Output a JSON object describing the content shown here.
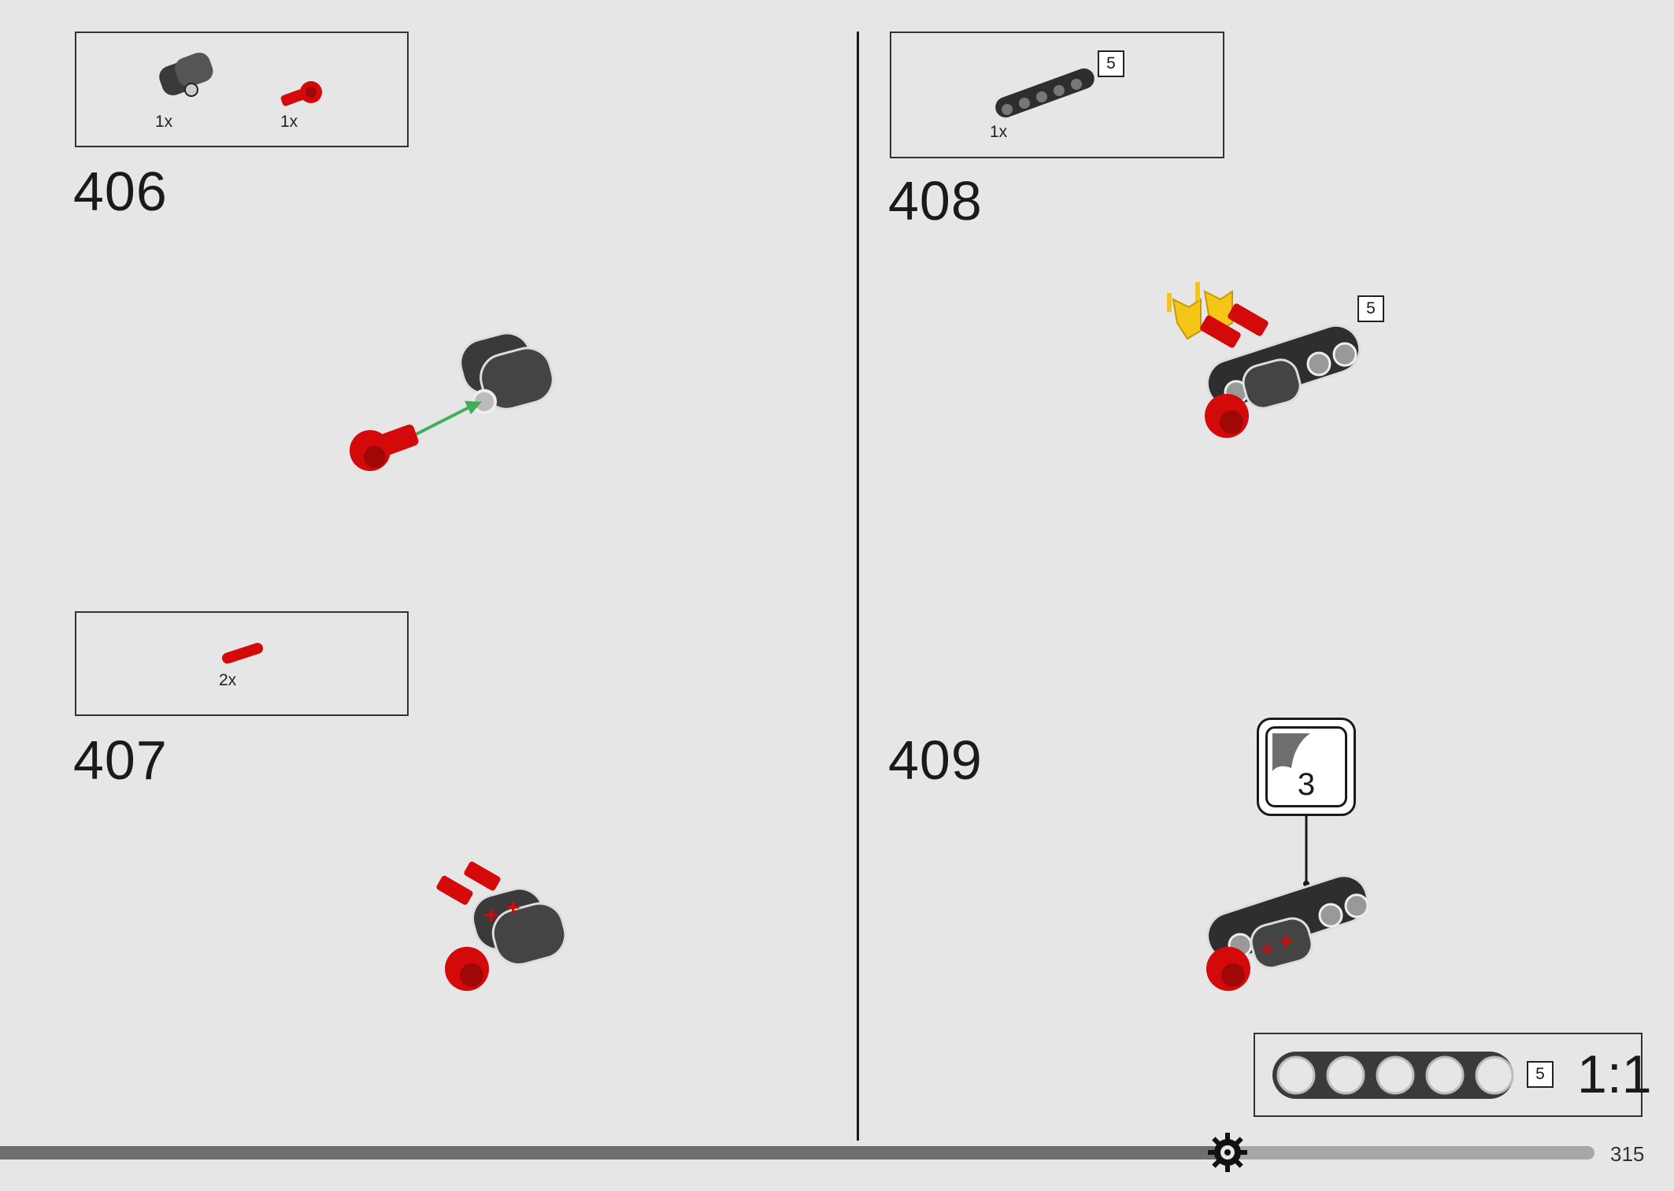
{
  "steps": {
    "s406": {
      "number": "406",
      "parts": [
        {
          "qty": "1x"
        },
        {
          "qty": "1x"
        }
      ]
    },
    "s407": {
      "number": "407",
      "parts": [
        {
          "qty": "2x"
        }
      ]
    },
    "s408": {
      "number": "408",
      "parts": [
        {
          "qty": "1x",
          "length": "5"
        }
      ],
      "model_length": "5"
    },
    "s409": {
      "number": "409",
      "sticker": "3"
    }
  },
  "ruler": {
    "length": "5",
    "scale": "1:1"
  },
  "footer": {
    "page_number": "315",
    "progress": 0.77
  },
  "colors": {
    "red": "#d40a0a",
    "dark": "#3a3a3a",
    "arrow": "#3fae5a",
    "yellow": "#f5c518",
    "background": "#e6e6e6"
  },
  "icons": [
    "gear-icon",
    "sticker-icon",
    "arrow-icon"
  ]
}
